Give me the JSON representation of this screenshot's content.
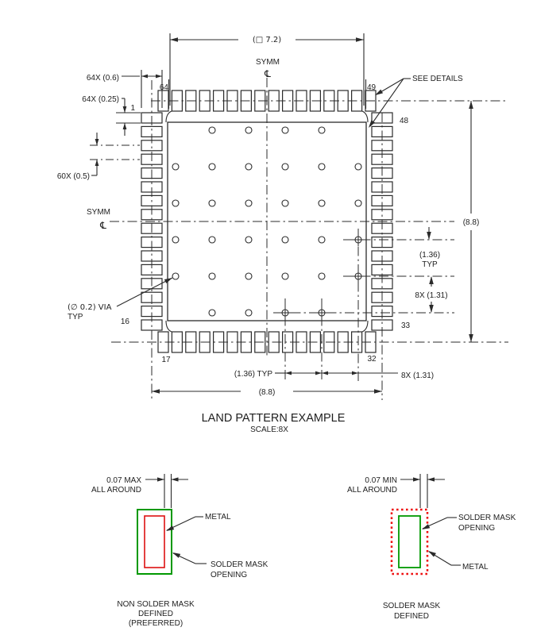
{
  "colors": {
    "line": "#2b2b2b",
    "text": "#1e1e1e",
    "green": "#009900",
    "red_solid": "#dd1111",
    "red_dotted": "#ee1111",
    "background": "#ffffff"
  },
  "land_pattern": {
    "title": "LAND PATTERN EXAMPLE",
    "scale": "SCALE:8X",
    "symm": "SYMM",
    "centerline_glyph": "℄",
    "dim_body": "(□ 7.2)",
    "dim_pad_len": "64X (0.6)",
    "dim_pad_w": "64X (0.25)",
    "dim_pitch": "60X (0.5)",
    "via_note_1": "(∅ 0.2) VIA",
    "via_note_2": "TYP",
    "see_details": "SEE DETAILS",
    "dim_overall": "(8.8)",
    "dim_via_pitch_b": "(1.36) TYP",
    "dim_via_span_b": "8X (1.31)",
    "dim_via_pitch_r1": "(1.36)",
    "dim_via_pitch_r2": "TYP",
    "dim_via_span_r": "8X (1.31)",
    "pins": {
      "p1": "1",
      "p16": "16",
      "p17": "17",
      "p32": "32",
      "p33": "33",
      "p48": "48",
      "p49": "49",
      "p64": "64"
    }
  },
  "details": {
    "nsmd": {
      "clearance": "0.07 MAX",
      "all_around": "ALL AROUND",
      "metal": "METAL",
      "opening_1": "SOLDER MASK",
      "opening_2": "OPENING",
      "caption_1": "NON SOLDER MASK",
      "caption_2": "DEFINED",
      "caption_3": "(PREFERRED)"
    },
    "smd": {
      "clearance": "0.07 MIN",
      "all_around": "ALL AROUND",
      "opening_1": "SOLDER MASK",
      "opening_2": "OPENING",
      "metal": "METAL",
      "caption_1": "SOLDER MASK",
      "caption_2": "DEFINED"
    }
  }
}
